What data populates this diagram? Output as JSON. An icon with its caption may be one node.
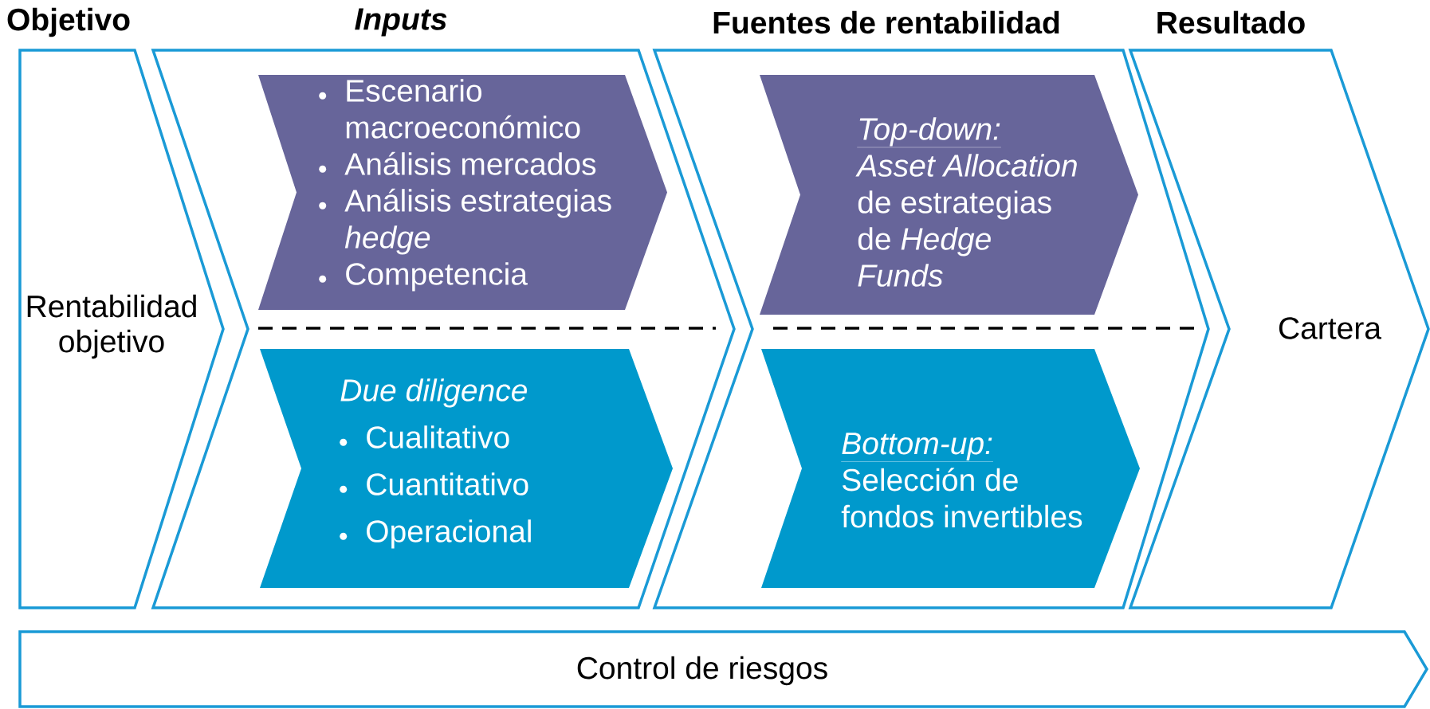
{
  "diagram": {
    "nodes": [
      {
        "text": [
          "Objetivo",
          "Rentabilidad objetivo"
        ]
      },
      {
        "text": [
          "Inputs"
        ]
      },
      {
        "text": [
          "Escenario macroeconómico",
          "Análisis mercados",
          "Análisis estrategias *hedge*",
          "Competencia"
        ],
        "in": 1
      },
      {
        "text": [
          "Due diligence",
          "Cualitativo",
          "Cuantitativo",
          "Operacional"
        ],
        "in": 1
      },
      {
        "text": [
          "Fuentes de rentabilidad"
        ]
      },
      {
        "text": [
          "Top-down:",
          "*Asset Allocation* de estrategias de *Hedge Funds*"
        ],
        "in": 4
      },
      {
        "text": [
          "Bottom-up:",
          "Selección de fondos invertibles"
        ],
        "in": 4
      },
      {
        "text": [
          "Resultado",
          "Cartera"
        ]
      },
      {
        "text": [
          "Control de riesgos"
        ]
      }
    ]
  }
}
